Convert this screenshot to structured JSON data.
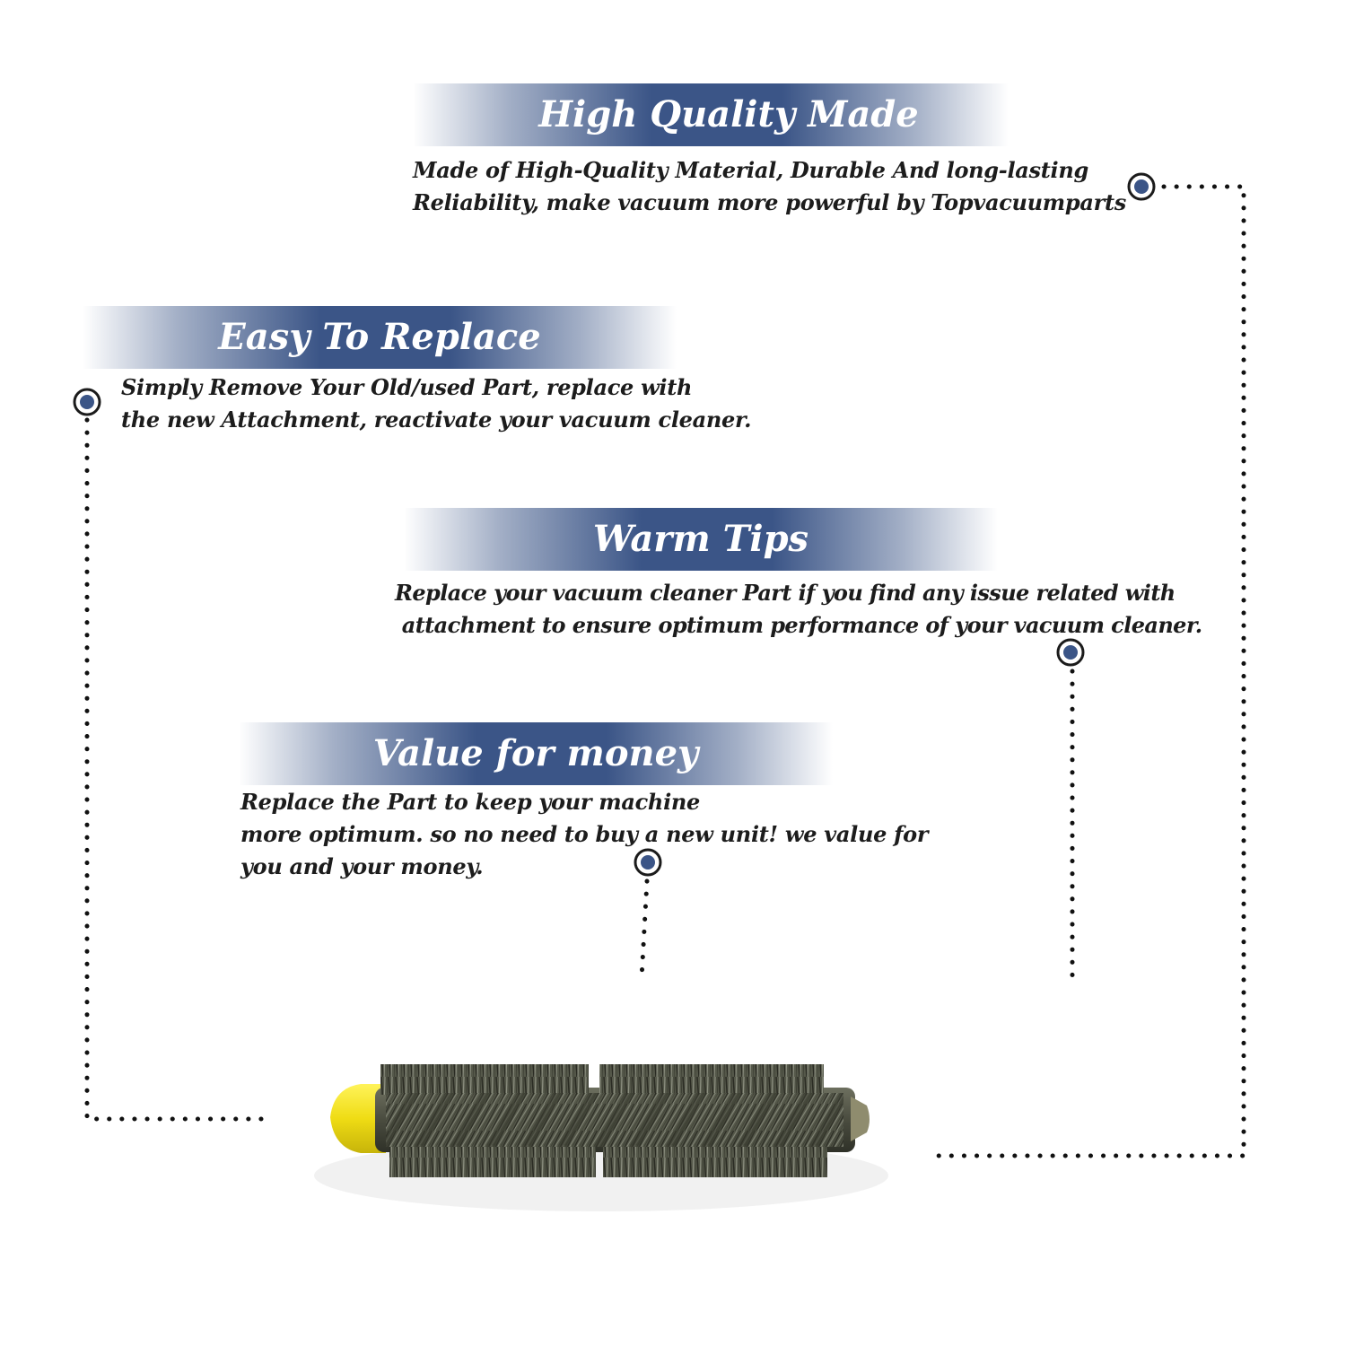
{
  "features": [
    {
      "title": "High Quality Made",
      "lines": [
        "Made of  High-Quality Material, Durable And long-lasting",
        "Reliability, make vacuum more powerful by Topvacuumparts"
      ]
    },
    {
      "title": "Easy To Replace",
      "lines": [
        "Simply Remove Your Old/used Part, replace with",
        "the new Attachment, reactivate your vacuum cleaner."
      ]
    },
    {
      "title": "Warm Tips",
      "lines": [
        "Replace your vacuum cleaner Part if you find any issue related with",
        " attachment to ensure optimum performance of your vacuum cleaner."
      ]
    },
    {
      "title": "Value for money",
      "lines": [
        "Replace the Part to keep your machine",
        "more optimum. so no need to buy a new unit! we value for",
        "you and your money."
      ]
    }
  ],
  "colors": {
    "banner": "#3b5587",
    "text": "#1c1c1c",
    "dot": "#111111",
    "marker": "#3b5587",
    "brush_end": "#f2e21a",
    "brush_bristle": "#4b4e3f"
  },
  "product": {
    "icon": "roller-brush-icon"
  }
}
